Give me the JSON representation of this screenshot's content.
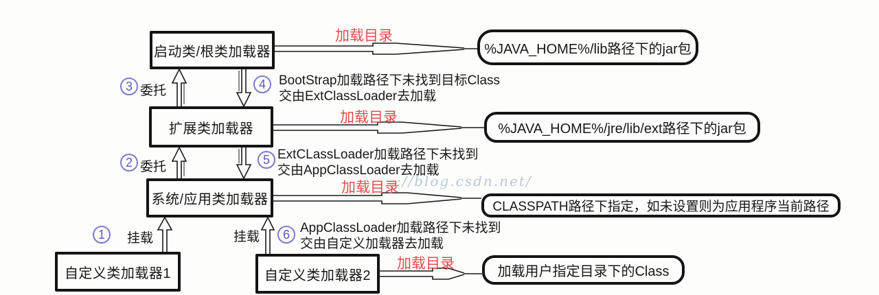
{
  "labels": {
    "load_dir": "加载目录",
    "delegate": "委托",
    "mount": "挂载"
  },
  "nodes": {
    "bootstrap": "启动类/根类加载器",
    "extension": "扩展类加载器",
    "system_app": "系统/应用类加载器",
    "custom1": "自定义类加载器1",
    "custom2": "自定义类加载器2"
  },
  "targets": {
    "bootstrap_dir": "%JAVA_HOME%/lib路径下的jar包",
    "extension_dir": "%JAVA_HOME%/jre/lib/ext路径下的jar包",
    "system_dir": "CLASSPATH路径下指定，如未设置则为应用程序当前路径",
    "custom_dir": "加载用户指定目录下的Class"
  },
  "steps": {
    "s1": "1",
    "s2": "2",
    "s3": "3",
    "s4": "4",
    "s5": "5",
    "s6": "6"
  },
  "annotations": {
    "step4_line1": "BootStrap加载路径下未找到目标Class",
    "step4_line2": "交由ExtClassLoader去加载",
    "step5_line1": "ExtCLassLoader加载路径下未找到",
    "step5_line2": "交由AppClassLoader去加载",
    "step6_line1": "AppClassLoader加载路径下未找到",
    "step6_line2": "交由自定义加载器去加载"
  },
  "watermark": "://blog.csdn.net/",
  "colors": {
    "red": "#e04e4e",
    "circle_blue": "#7a7ad0",
    "ink": "#171717",
    "watermark": "#b9c7d1"
  }
}
